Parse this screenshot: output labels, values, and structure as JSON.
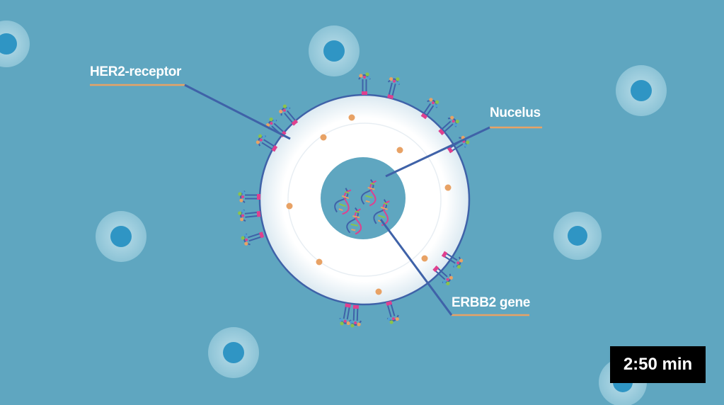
{
  "labels": {
    "her2_receptor": "HER2-receptor",
    "nucleus": "Nucelus",
    "erbb2_gene": "ERBB2 gene"
  },
  "video": {
    "duration": "2:50 min"
  },
  "colors": {
    "background": "#5fa6c0",
    "cell_membrane": "#3f62a8",
    "cytoplasm": "#ffffff",
    "nucleus": "#5fa6c0",
    "leader_line": "#3f62a8",
    "label_underline": "#e8a265",
    "granule": "#e8a265",
    "receptor_accent": "#e0408e"
  }
}
